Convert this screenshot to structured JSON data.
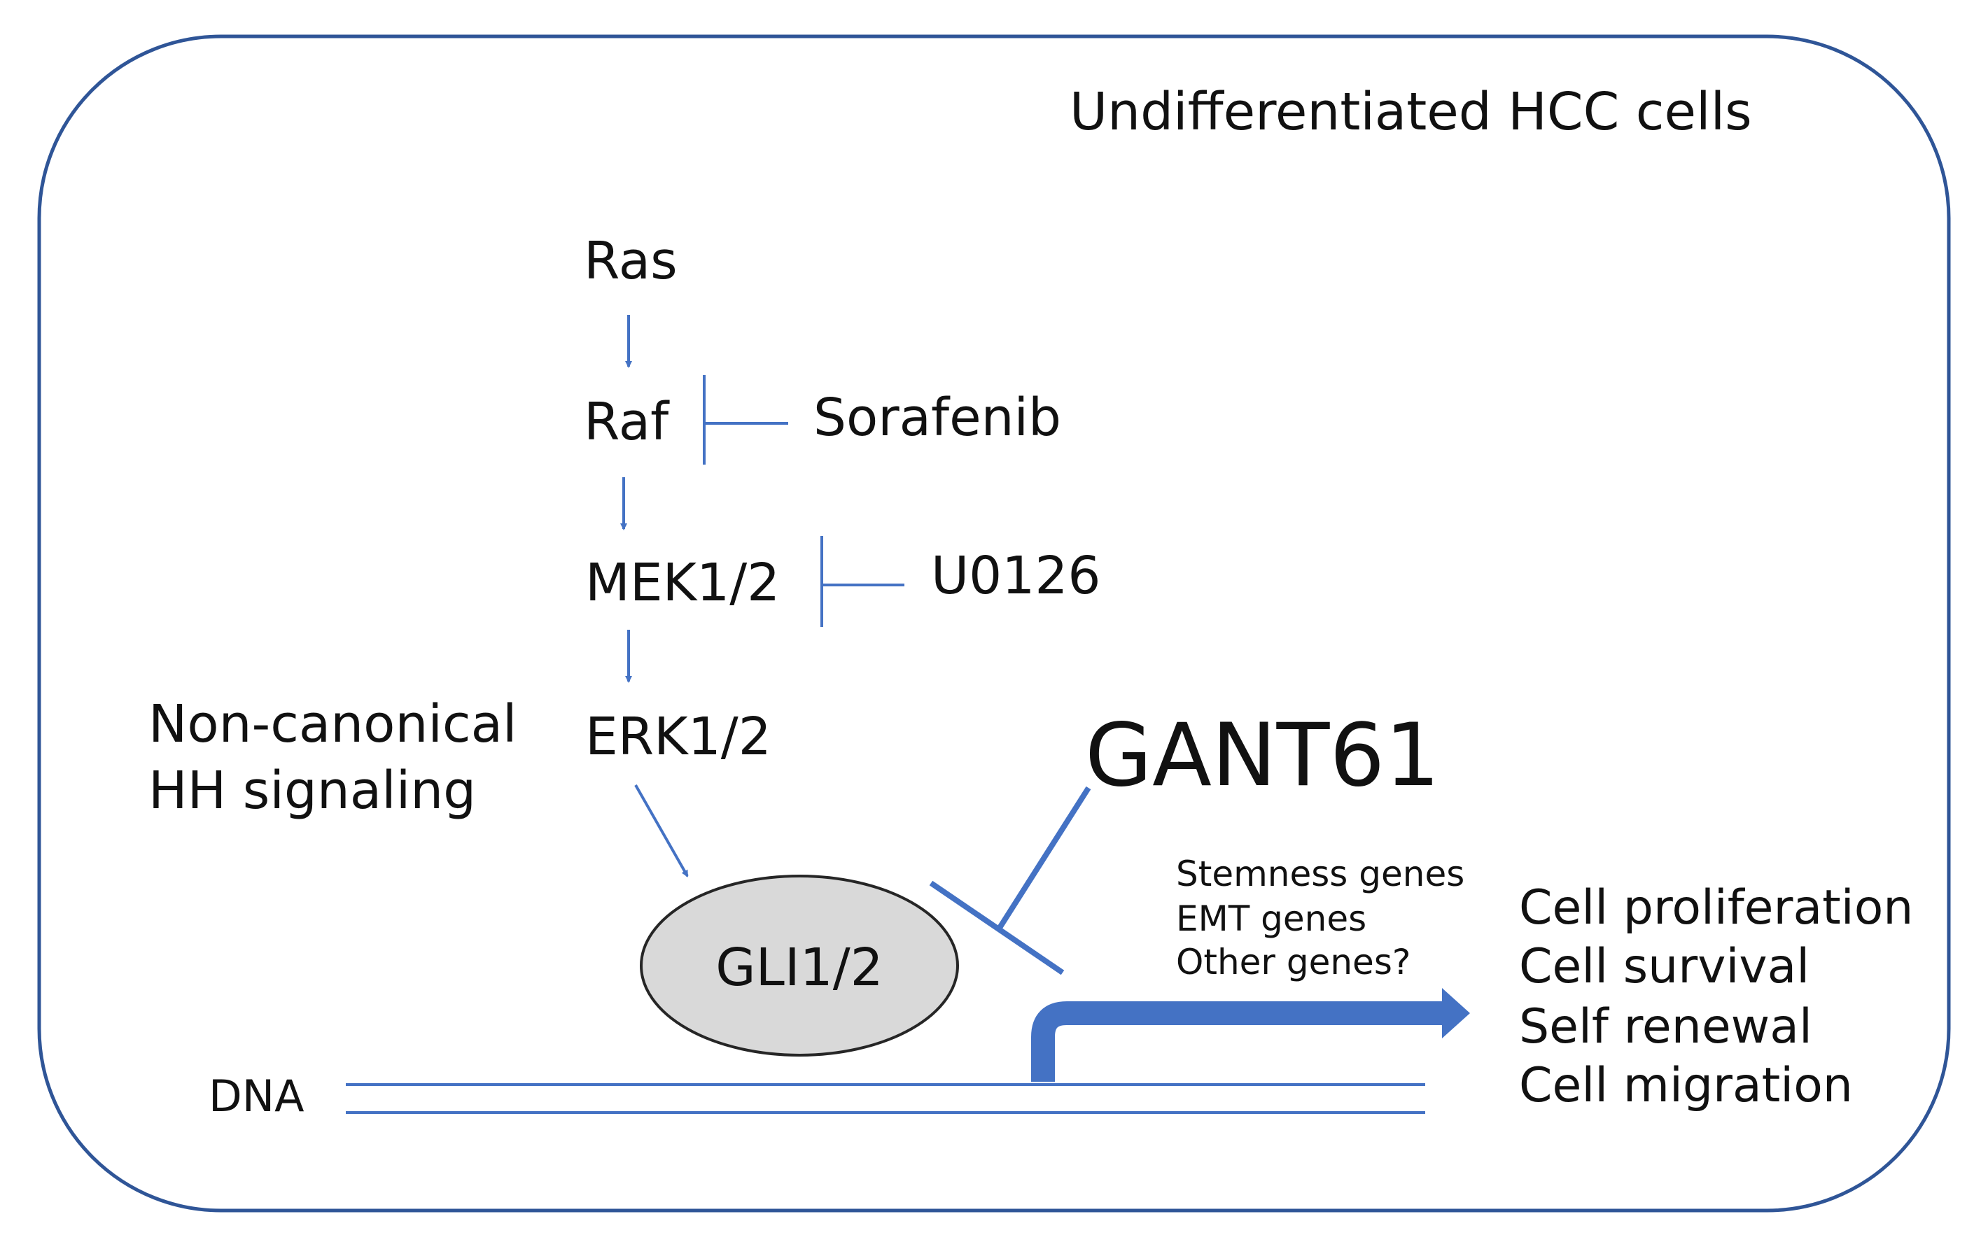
{
  "cell": {
    "title": "Undifferentiated HCC cells"
  },
  "pathway": {
    "ras": "Ras",
    "raf": "Raf",
    "mek": "MEK1/2",
    "erk": "ERK1/2",
    "gli": "GLI1/2"
  },
  "inhibitors": {
    "sorafenib": "Sorafenib",
    "u0126": "U0126",
    "gant61": "GANT61"
  },
  "side_label": {
    "line1": "Non-canonical",
    "line2": "HH signaling"
  },
  "target_genes": [
    "Stemness genes",
    "EMT genes",
    "Other genes?"
  ],
  "outcomes": [
    "Cell proliferation",
    "Cell survival",
    "Self renewal",
    "Cell migration"
  ],
  "dna_label": "DNA",
  "colors": {
    "arrow": "#4472C4",
    "border": "#2F5597",
    "gli_fill": "#D9D9D9",
    "gli_stroke": "#262626",
    "text": "#111111"
  }
}
